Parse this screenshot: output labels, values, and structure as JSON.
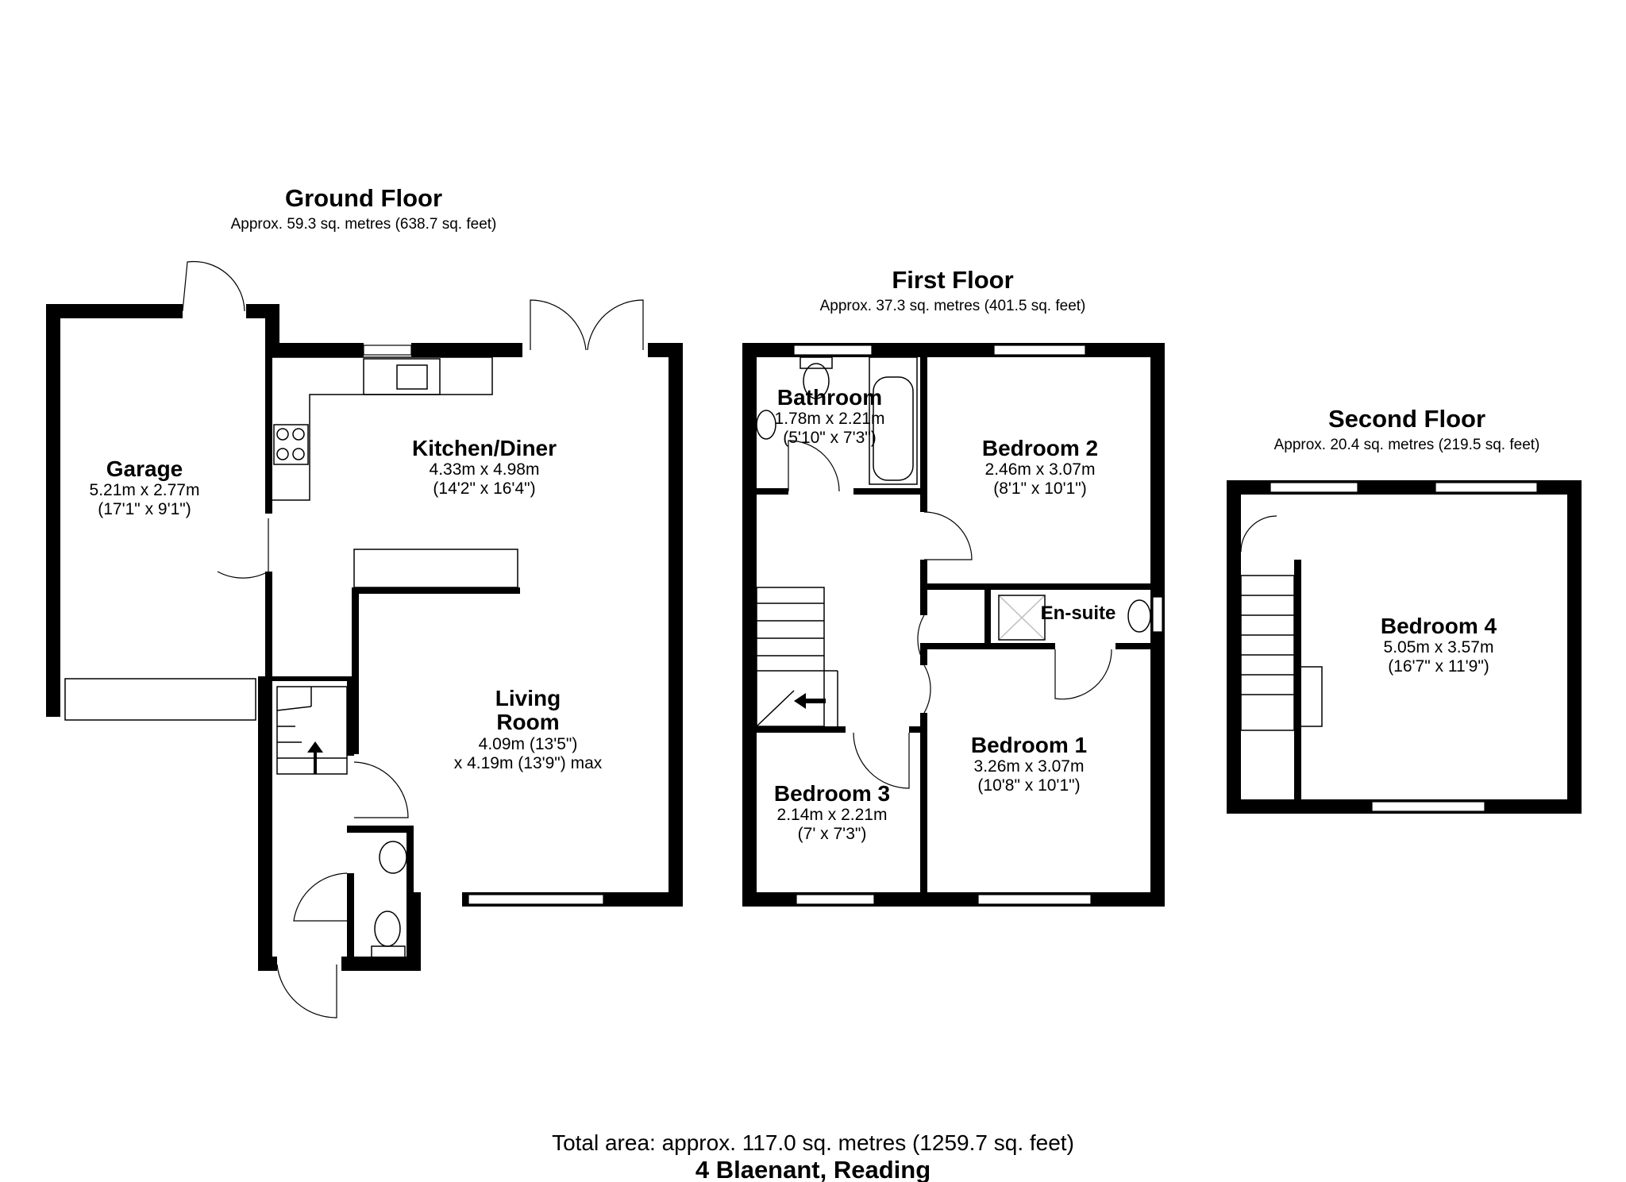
{
  "floors": {
    "ground": {
      "title": "Ground Floor",
      "area": "Approx. 59.3 sq. metres (638.7 sq. feet)",
      "rooms": {
        "garage": {
          "name": "Garage",
          "dim1": "5.21m x 2.77m",
          "dim2": "(17'1\" x 9'1\")"
        },
        "kitchen": {
          "name": "Kitchen/Diner",
          "dim1": "4.33m x 4.98m",
          "dim2": "(14'2\" x 16'4\")"
        },
        "living": {
          "name1": "Living",
          "name2": "Room",
          "dim1": "4.09m (13'5\")",
          "dim2": "x 4.19m (13'9\") max"
        }
      }
    },
    "first": {
      "title": "First Floor",
      "area": "Approx. 37.3 sq. metres (401.5 sq. feet)",
      "rooms": {
        "bathroom": {
          "name": "Bathroom",
          "dim1": "1.78m x 2.21m",
          "dim2": "(5'10\" x 7'3\")"
        },
        "bedroom2": {
          "name": "Bedroom 2",
          "dim1": "2.46m x 3.07m",
          "dim2": "(8'1\" x 10'1\")"
        },
        "ensuite": {
          "name": "En-suite"
        },
        "bedroom1": {
          "name": "Bedroom 1",
          "dim1": "3.26m x 3.07m",
          "dim2": "(10'8\" x 10'1\")"
        },
        "bedroom3": {
          "name": "Bedroom 3",
          "dim1": "2.14m x 2.21m",
          "dim2": "(7' x 7'3\")"
        }
      }
    },
    "second": {
      "title": "Second Floor",
      "area": "Approx. 20.4 sq. metres (219.5 sq. feet)",
      "rooms": {
        "bedroom4": {
          "name": "Bedroom 4",
          "dim1": "5.05m x 3.57m",
          "dim2": "(16'7\" x 11'9\")"
        }
      }
    }
  },
  "footer": {
    "total_area": "Total area: approx. 117.0 sq. metres (1259.7 sq. feet)",
    "address": "4 Blaenant, Reading"
  }
}
